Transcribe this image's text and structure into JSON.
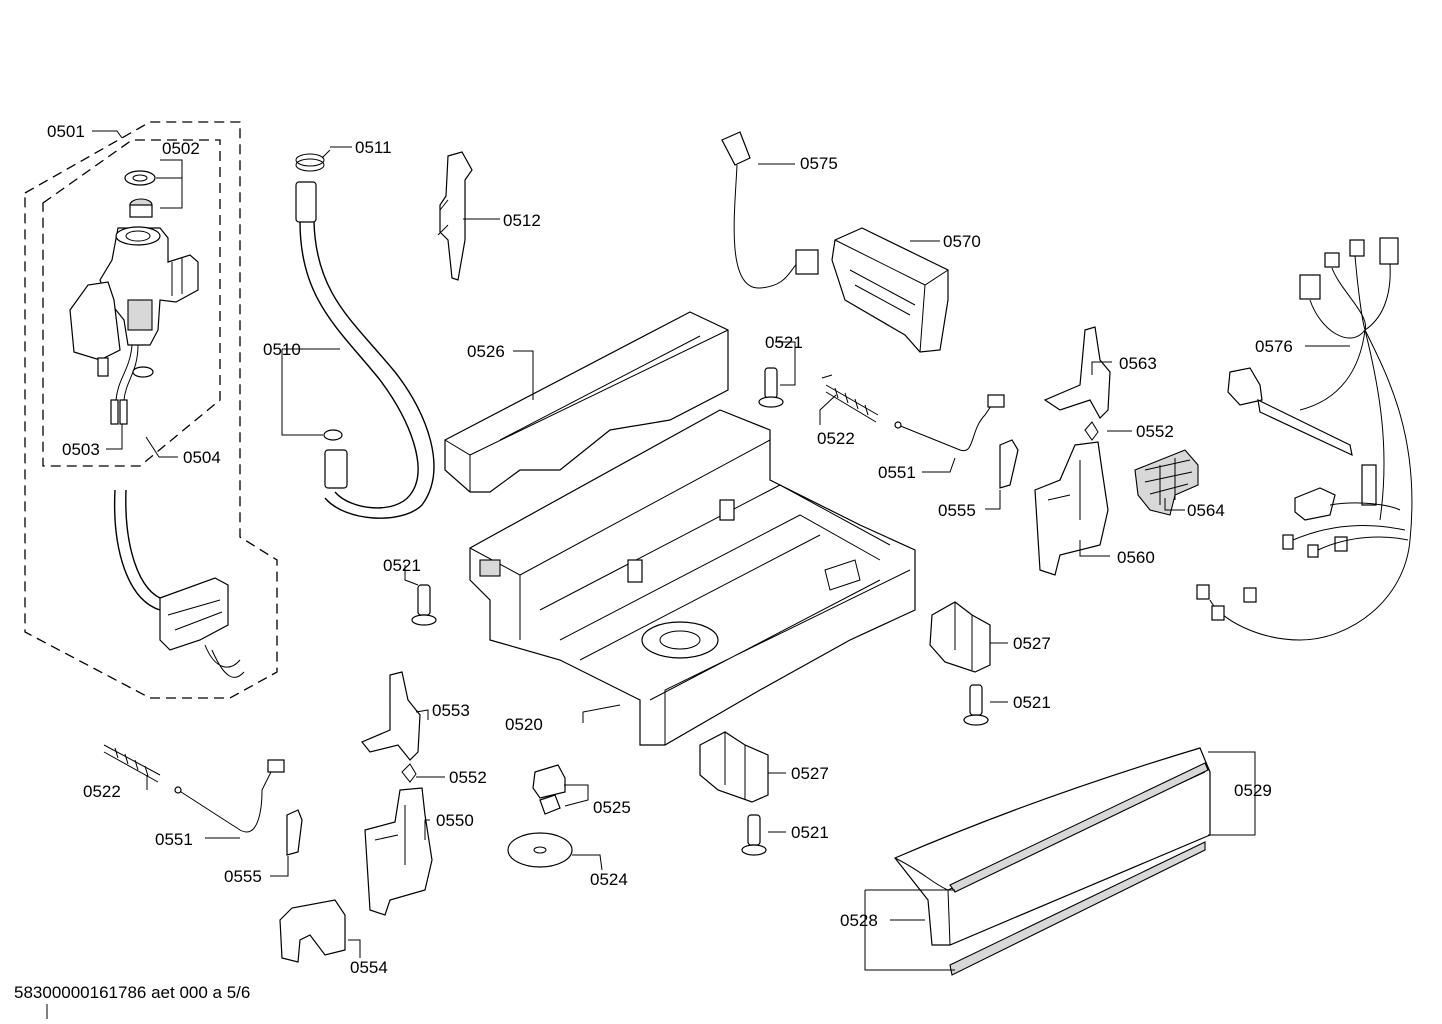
{
  "labels": {
    "l0501": "0501",
    "l0502": "0502",
    "l0503": "0503",
    "l0504": "0504",
    "l0510": "0510",
    "l0511": "0511",
    "l0512": "0512",
    "l0520": "0520",
    "l0521a": "0521",
    "l0521b": "0521",
    "l0521c": "0521",
    "l0521d": "0521",
    "l0522a": "0522",
    "l0522b": "0522",
    "l0524": "0524",
    "l0525": "0525",
    "l0526": "0526",
    "l0527a": "0527",
    "l0527b": "0527",
    "l0528": "0528",
    "l0529": "0529",
    "l0550": "0550",
    "l0551a": "0551",
    "l0551b": "0551",
    "l0552a": "0552",
    "l0552b": "0552",
    "l0553": "0553",
    "l0554": "0554",
    "l0555a": "0555",
    "l0555b": "0555",
    "l0560": "0560",
    "l0563": "0563",
    "l0564": "0564",
    "l0570": "0570",
    "l0575": "0575",
    "l0576": "0576"
  },
  "footer": "58300000161786 aet 000 a 5/6"
}
